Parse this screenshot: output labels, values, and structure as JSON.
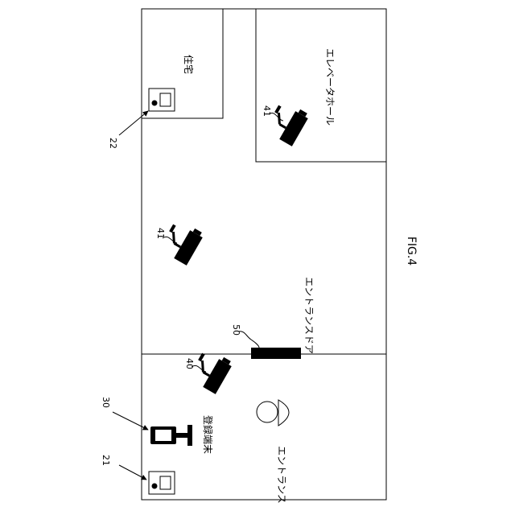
{
  "figure_label": "FIG.4",
  "rooms": {
    "residence": "住宅",
    "elevator_hall": "エレベータホール",
    "entrance": "エントランス"
  },
  "labels": {
    "entrance_door": "エントランスドア",
    "registration_terminal": "登録端末"
  },
  "reference_numerals": {
    "intercom_residence": "22",
    "intercom_entrance": "21",
    "registration_terminal": "30",
    "camera_entrance": "40",
    "camera_corridor": "41",
    "camera_elevator": "41",
    "entrance_door": "50"
  }
}
